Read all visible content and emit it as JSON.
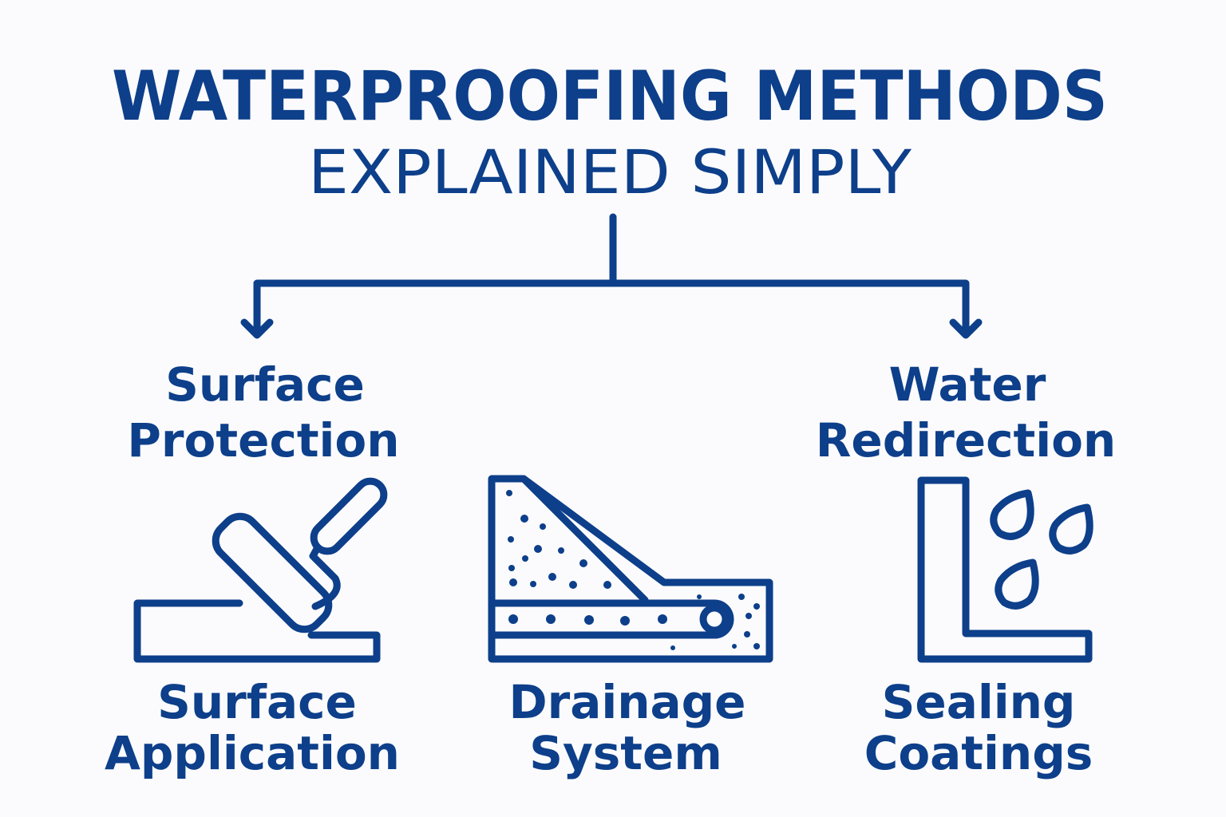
{
  "title": {
    "line1": "WATERPROOFING METHODS",
    "line2": "EXPLAINED SIMPLY"
  },
  "branches": [
    {
      "line1": "Surface",
      "line2": "Protection"
    },
    {
      "line1": "Water",
      "line2": "Redirection"
    }
  ],
  "methods": [
    {
      "line1": "Surface",
      "line2": "Application",
      "icon": "paint-roller-icon"
    },
    {
      "line1": "Drainage",
      "line2": "System",
      "icon": "drainage-icon"
    },
    {
      "line1": "Sealing",
      "line2": "Coatings",
      "icon": "sealing-corner-drops-icon"
    }
  ],
  "colors": {
    "primary": "#0d3f8a",
    "background": "#fbfbfd"
  }
}
